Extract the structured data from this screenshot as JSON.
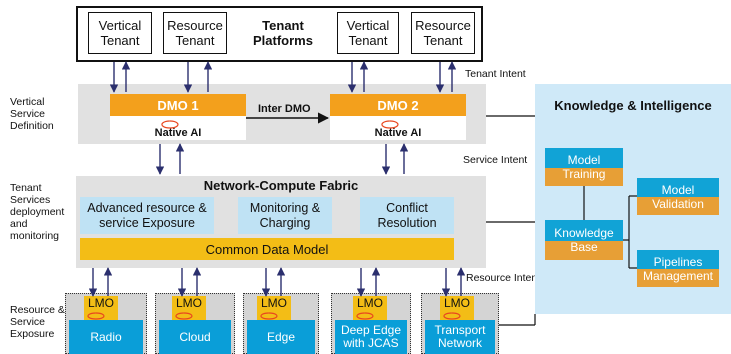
{
  "tenant_platforms": {
    "title": "Tenant Platforms",
    "tenants": [
      "Vertical Tenant",
      "Resource Tenant",
      "Vertical Tenant",
      "Resource Tenant"
    ]
  },
  "row_labels": {
    "vertical_service_definition": "Vertical Service Definition",
    "tenant_services": "Tenant Services deployment and monitoring",
    "resource_exposure": "Resource & Service Exposure"
  },
  "intents": {
    "tenant": "Tenant Intent",
    "service": "Service Intent",
    "resource": "Resource Intent"
  },
  "dmo": {
    "dmo1": "DMO 1",
    "dmo2": "DMO 2",
    "native_ai": "Native AI",
    "inter_dmo": "Inter DMO"
  },
  "fabric": {
    "title": "Network-Compute Fabric",
    "advanced": "Advanced resource & service Exposure",
    "monitoring": "Monitoring & Charging",
    "conflict": "Conflict Resolution",
    "cdm": "Common Data Model"
  },
  "lmo": {
    "tag": "LMO",
    "items": [
      "Radio",
      "Cloud",
      "Edge",
      "Deep Edge with JCAS",
      "Transport Network"
    ]
  },
  "knowledge": {
    "title": "Knowledge & Intelligence",
    "model_training": "Model Training",
    "knowledge_base": "Knowledge Base",
    "model_validation": "Model Validation",
    "pipelines": "Pipelines Management"
  },
  "colors": {
    "orange": "#f3a01c",
    "yellow": "#f3bd16",
    "blue": "#0a9ed8",
    "light_blue": "#bfe2f4",
    "grey": "#e1e1e1",
    "arrow": "#2b2f6e"
  }
}
